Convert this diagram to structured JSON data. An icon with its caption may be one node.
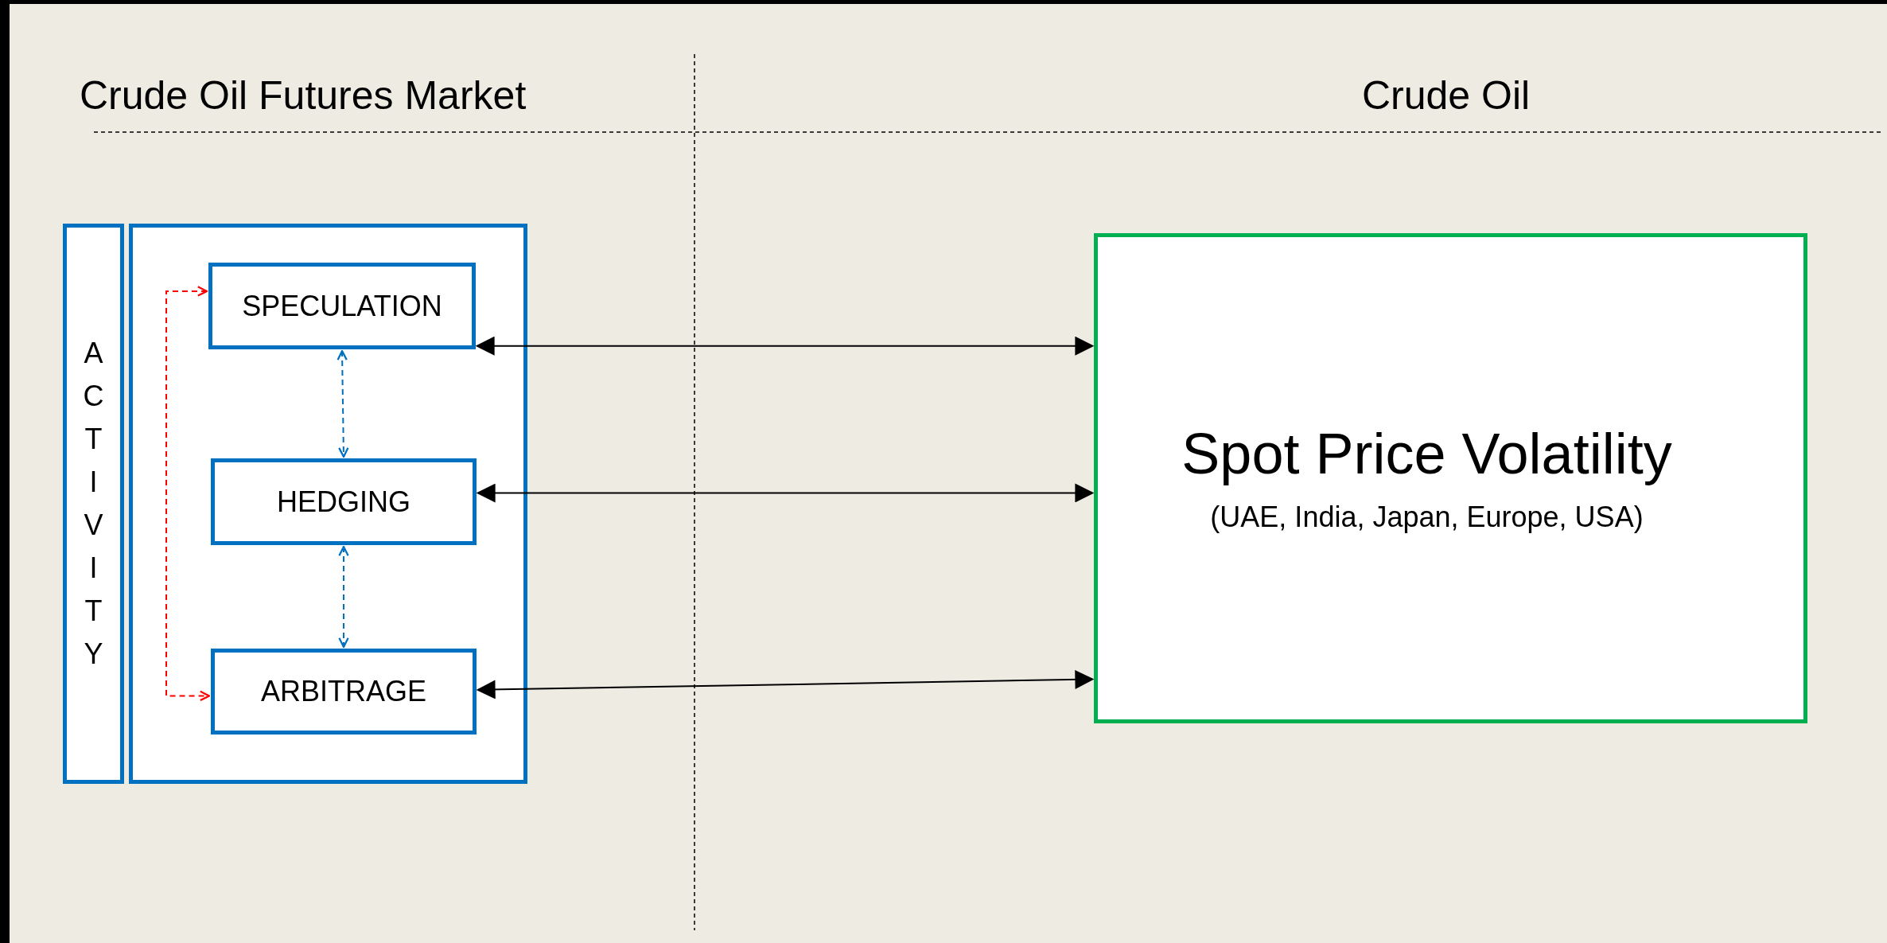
{
  "diagram": {
    "nodes": [
      {
        "text": [
          "ACTIVITY"
        ]
      },
      {
        "text": [],
        "shape": "box"
      },
      {
        "text": [
          "SPECULATION"
        ],
        "in": 1
      },
      {
        "text": [
          "HEDGING"
        ],
        "in": 1
      },
      {
        "text": [
          "ARBITRAGE"
        ],
        "in": 1
      },
      {
        "text": [
          "Spot Price Volatility",
          "(UAE, India, Japan, Europe, USA)"
        ]
      }
    ],
    "edges": [
      {
        "from": 2,
        "to": 5,
        "arrow": "both"
      },
      {
        "from": 3,
        "to": 5,
        "arrow": "both"
      },
      {
        "from": 4,
        "to": 5,
        "arrow": "both"
      },
      {
        "from": 2,
        "to": 3,
        "arrow": "both",
        "style": "dashed",
        "color": "#0070c0"
      },
      {
        "from": 3,
        "to": 4,
        "arrow": "both",
        "style": "dashed",
        "color": "#0070c0"
      },
      {
        "from": 2,
        "to": 4,
        "arrow": "both",
        "style": "dashed",
        "color": "#ff0000"
      }
    ],
    "labels": [
      "Crude Oil Futures Market",
      "Crude Oil"
    ]
  }
}
